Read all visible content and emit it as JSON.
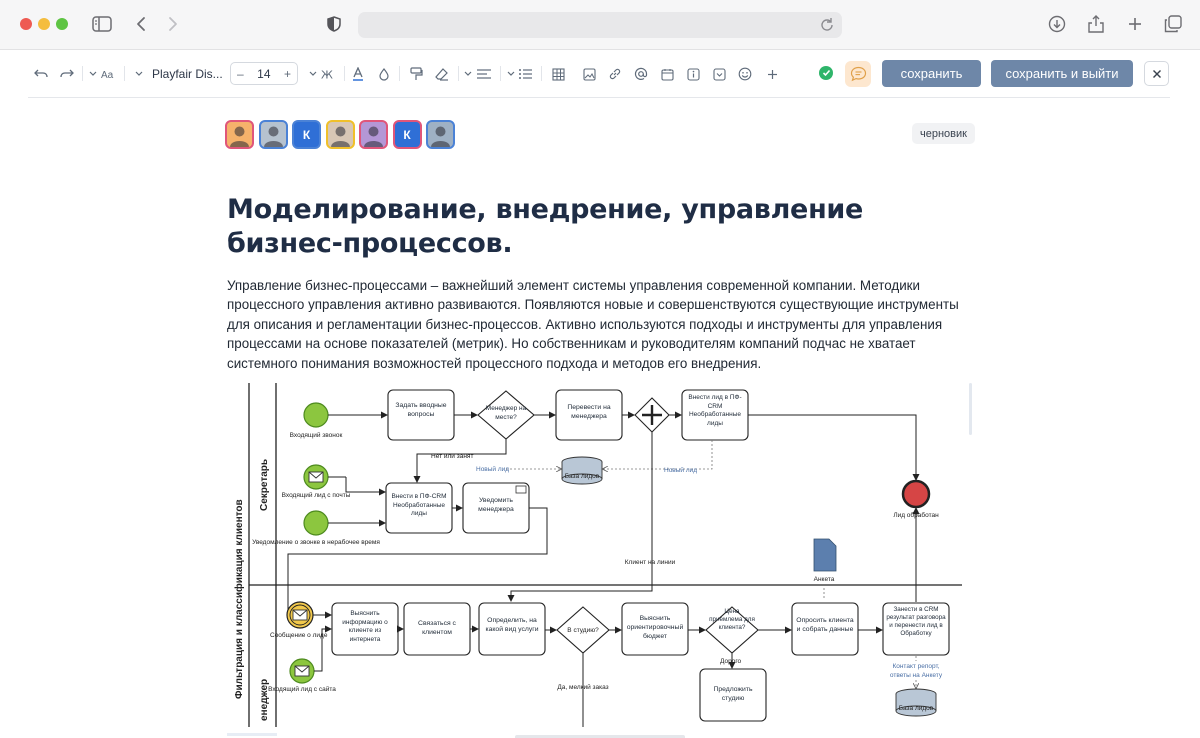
{
  "editor": {
    "font_name": "Playfair Dis...",
    "font_size": "14",
    "save_label": "сохранить",
    "save_exit_label": "сохранить и выйти",
    "status_badge": "черновик"
  },
  "collaborators": [
    {
      "initial": "",
      "border": "#e0567a",
      "bg": "#f6b26b"
    },
    {
      "initial": "",
      "border": "#4b82d6",
      "bg": "#b6c2cf"
    },
    {
      "initial": "К",
      "border": "#4b82d6",
      "bg": "#2f6fd6"
    },
    {
      "initial": "",
      "border": "#f0c02a",
      "bg": "#d8c7b5"
    },
    {
      "initial": "",
      "border": "#e0567a",
      "bg": "#b497d6"
    },
    {
      "initial": "К",
      "border": "#e0567a",
      "bg": "#2f6fd6"
    },
    {
      "initial": "",
      "border": "#4b82d6",
      "bg": "#9fb1c4"
    }
  ],
  "document": {
    "title": "Моделирование, внедрение, управление бизнес-процессов.",
    "paragraph": "Управление бизнес-процессами – важнейший элемент системы управления современной компании. Методики процессного управления активно развиваются. Появляются новые и совершенствуются существующие инструменты для описания и регламентации бизнес-процессов. Активно используются подходы и инструменты для управления процессами на основе показателей (метрик). Но собственникам и руководителям компаний подчас не хватает системного понимания возможностей процессного подхода и методов его внедрения."
  },
  "diagram": {
    "pool_label": "Фильтрация и классификация клиентов",
    "lane_top": "Секретарь",
    "lane_bottom": "енеджер",
    "events": {
      "incoming_call": "Входящий звонок",
      "incoming_email_lead": "Входящий лид с почты",
      "after_hours_call": "Уведомление о звонке в нерабочее время",
      "lead_message": "Сообщение о лиде",
      "site_lead": "Входящий лид с сайта",
      "lead_processed": "Лид обработан"
    },
    "tasks": {
      "ask_questions": "Задать вводные вопросы",
      "transfer_manager": "Перевести на менеджера",
      "enter_crm_top": "Внести лид в ПФ-CRM Необработанные лиды",
      "enter_crm_mid": "Внести в ПФ-CRM Необработанные лиды",
      "notify_manager": "Уведомить менеджера",
      "find_info": "Выяснить информацию о клиенте из интернета",
      "contact_client": "Связаться с клиентом",
      "define_service": "Определить, на какой вид услуги",
      "find_budget": "Выяснить ориентировочный бюджет",
      "survey_client": "Опросить клиента и собрать данные",
      "record_crm": "Занести в CRM результат разговора и перенести лид в Обработку",
      "offer_studio": "Предложить студию"
    },
    "gateways": {
      "manager_present": "Менеджер на месте?",
      "to_studio": "В студию?",
      "price_ok": "Цена приемлема для клиента?"
    },
    "labels": {
      "no_or_busy": "Нет или занят",
      "new_lead_1": "Новый лид",
      "new_lead_2": "Новый лид",
      "leads_db": "База лидов",
      "leads_db_2": "База лидов",
      "client_on_line": "Клиент на линии",
      "questionnaire": "Анкета",
      "expensive": "Дорого",
      "yes_small_order": "Да, мелкий заказ",
      "contact_report": "Контакт репорт, ответы на Анкету"
    }
  }
}
